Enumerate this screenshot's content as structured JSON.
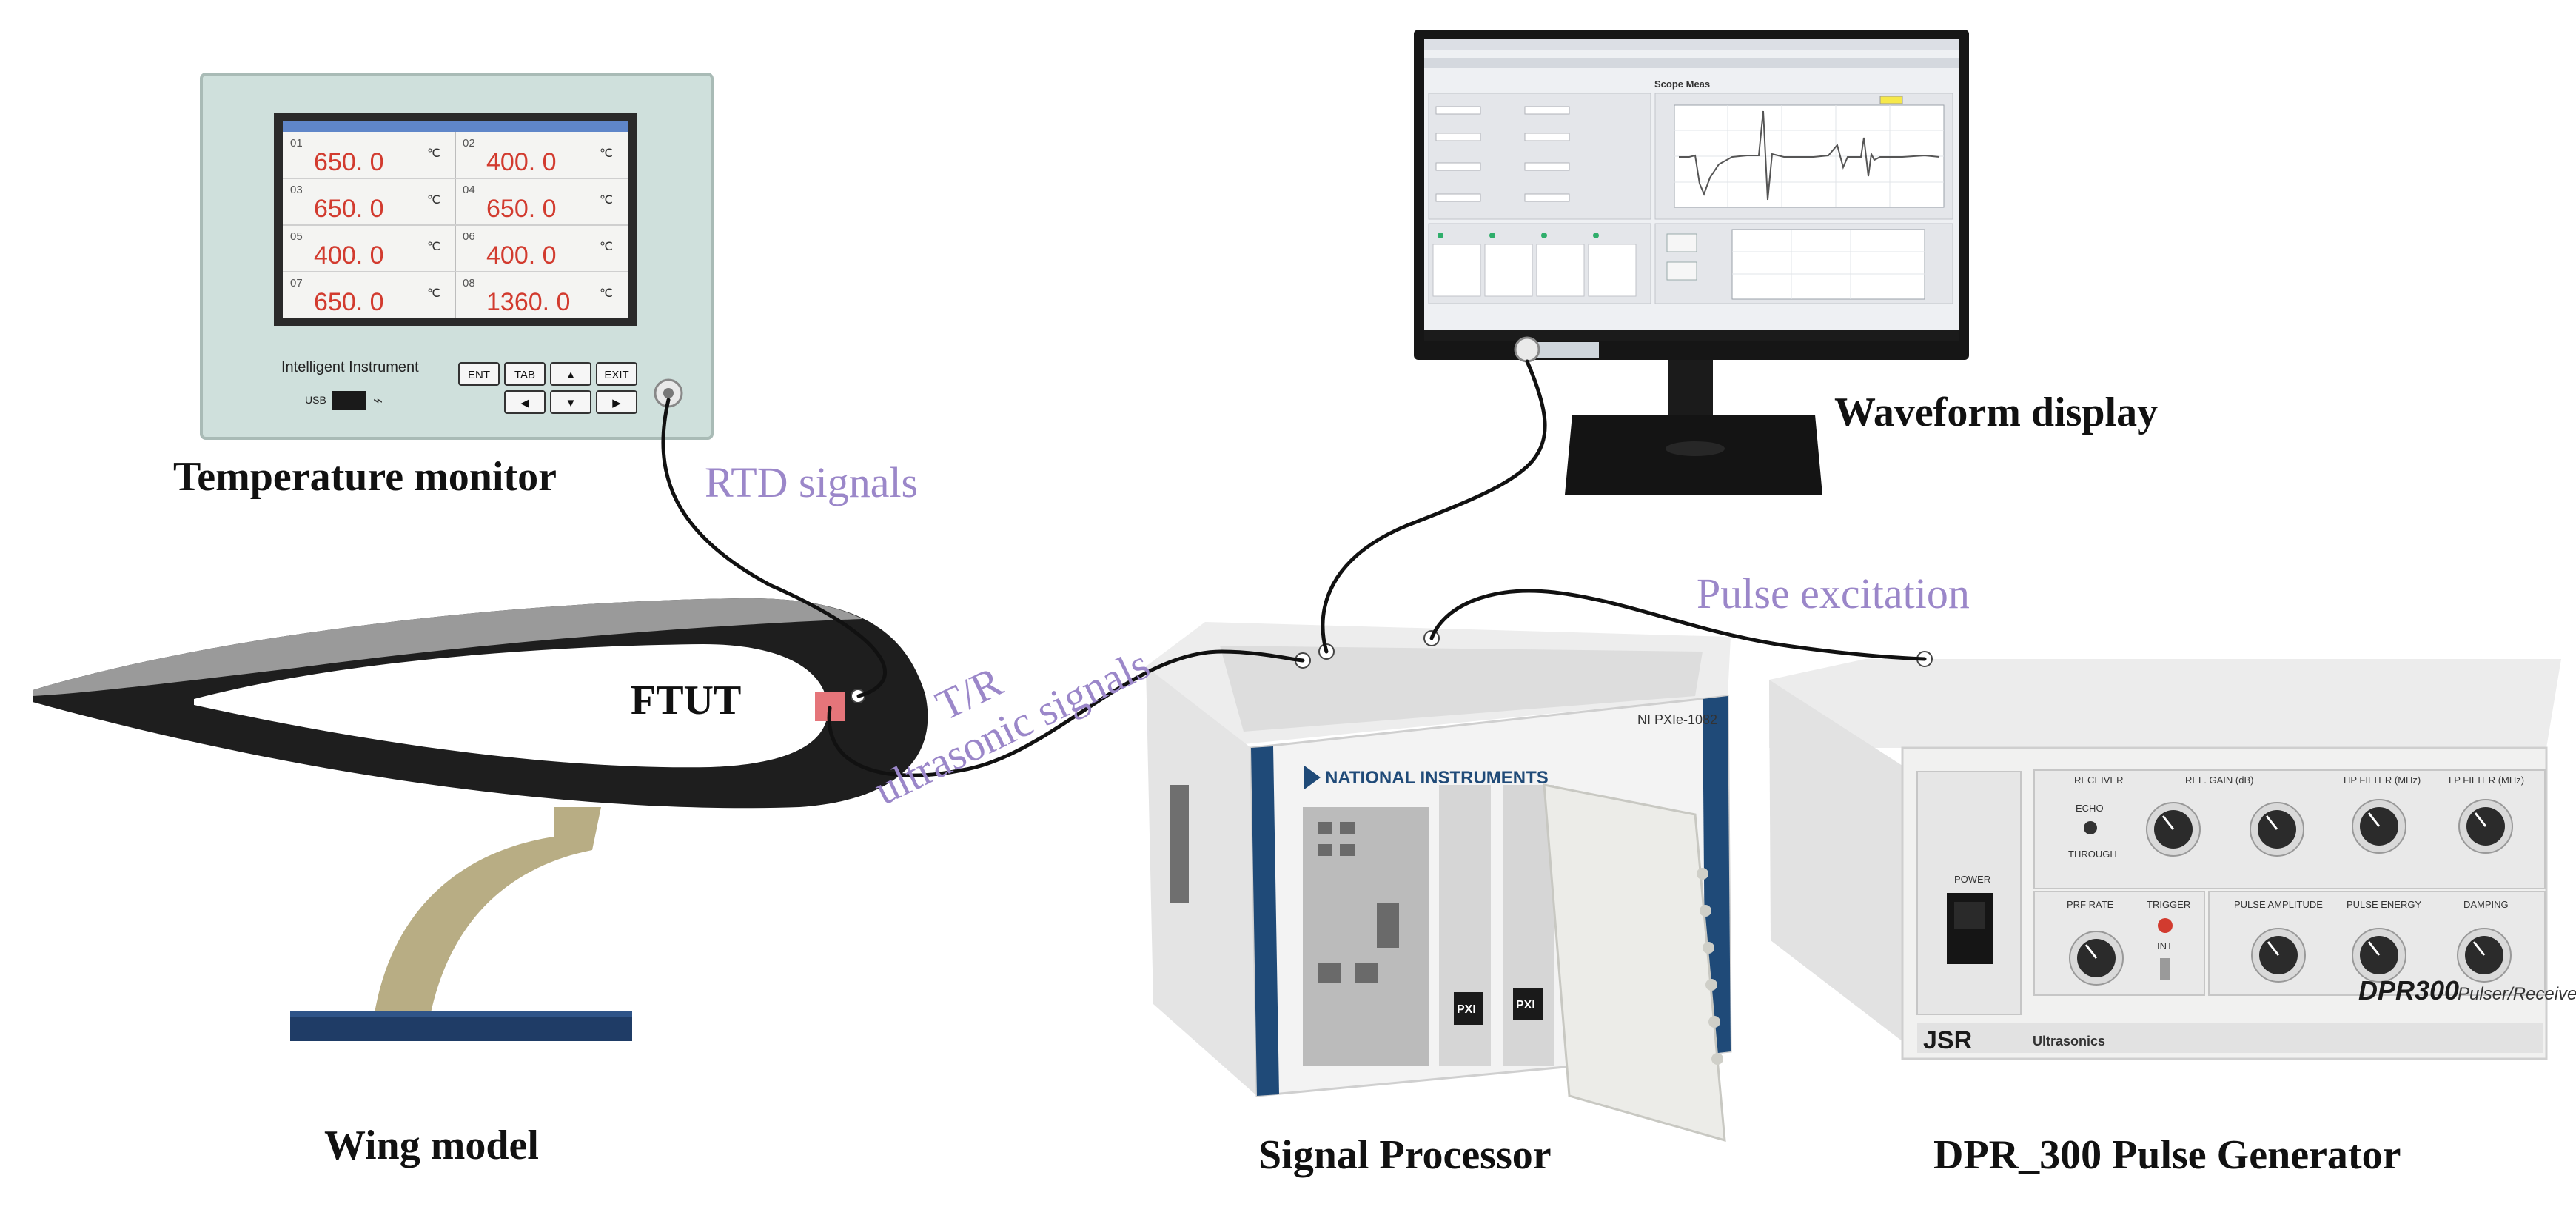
{
  "colors": {
    "signal_label": "#9b87c9",
    "caption": "#111111",
    "readout": "#d23b2f",
    "monitor_case": "#cfe0dc",
    "wing_dark": "#1e1e1e",
    "wing_light": "#9a9a9a",
    "stand": "#b8ad84",
    "base": "#1f3c66",
    "ftut_sensor": "#e5757a",
    "ni_accent": "#1f4a78",
    "pulser_body": "#ececec",
    "cable": "#111111",
    "plot_line": "#555555"
  },
  "captions": {
    "temperature_monitor": "Temperature monitor",
    "waveform_display": "Waveform display",
    "wing_model": "Wing model",
    "signal_processor": "Signal Processor",
    "pulse_generator": "DPR_300 Pulse Generator",
    "ftut": "FTUT"
  },
  "signals": {
    "rtd": "RTD signals",
    "pulse": "Pulse excitation",
    "tr_line1": "T/R",
    "tr_line2": "ultrasonic signals"
  },
  "temp_monitor": {
    "brand": "Intelligent  Instrument",
    "usb": "USB",
    "channels": [
      {
        "num": "01",
        "value": "650. 0"
      },
      {
        "num": "02",
        "value": "400. 0"
      },
      {
        "num": "03",
        "value": "650. 0"
      },
      {
        "num": "04",
        "value": "650. 0"
      },
      {
        "num": "05",
        "value": "400. 0"
      },
      {
        "num": "06",
        "value": "400. 0"
      },
      {
        "num": "07",
        "value": "650. 0"
      },
      {
        "num": "08",
        "value": "1360. 0"
      }
    ],
    "unit": "℃",
    "keys": [
      "ENT",
      "TAB",
      "▲",
      "EXIT",
      "◀",
      "▼",
      "▶"
    ]
  },
  "scope": {
    "title": "Scope Meas"
  },
  "ni": {
    "brand": "NATIONAL INSTRUMENTS",
    "model": "NI PXIe-1082",
    "pxi": "PXI"
  },
  "pulser": {
    "power": "POWER",
    "receiver": "RECEIVER",
    "echo": "ECHO",
    "through": "THROUGH",
    "rel_gain": "REL. GAIN (dB)",
    "hp_filter": "HP FILTER (MHz)",
    "lp_filter": "LP FILTER (MHz)",
    "prf_rate": "PRF RATE",
    "trigger": "TRIGGER",
    "int": "INT",
    "pulse_amplitude": "PULSE AMPLITUDE",
    "pulse_energy": "PULSE ENERGY",
    "damping": "DAMPING",
    "brand": "JSR",
    "ultrasonics": "Ultrasonics",
    "model": "DPR300",
    "model_suffix": "Pulser/Receiver"
  }
}
